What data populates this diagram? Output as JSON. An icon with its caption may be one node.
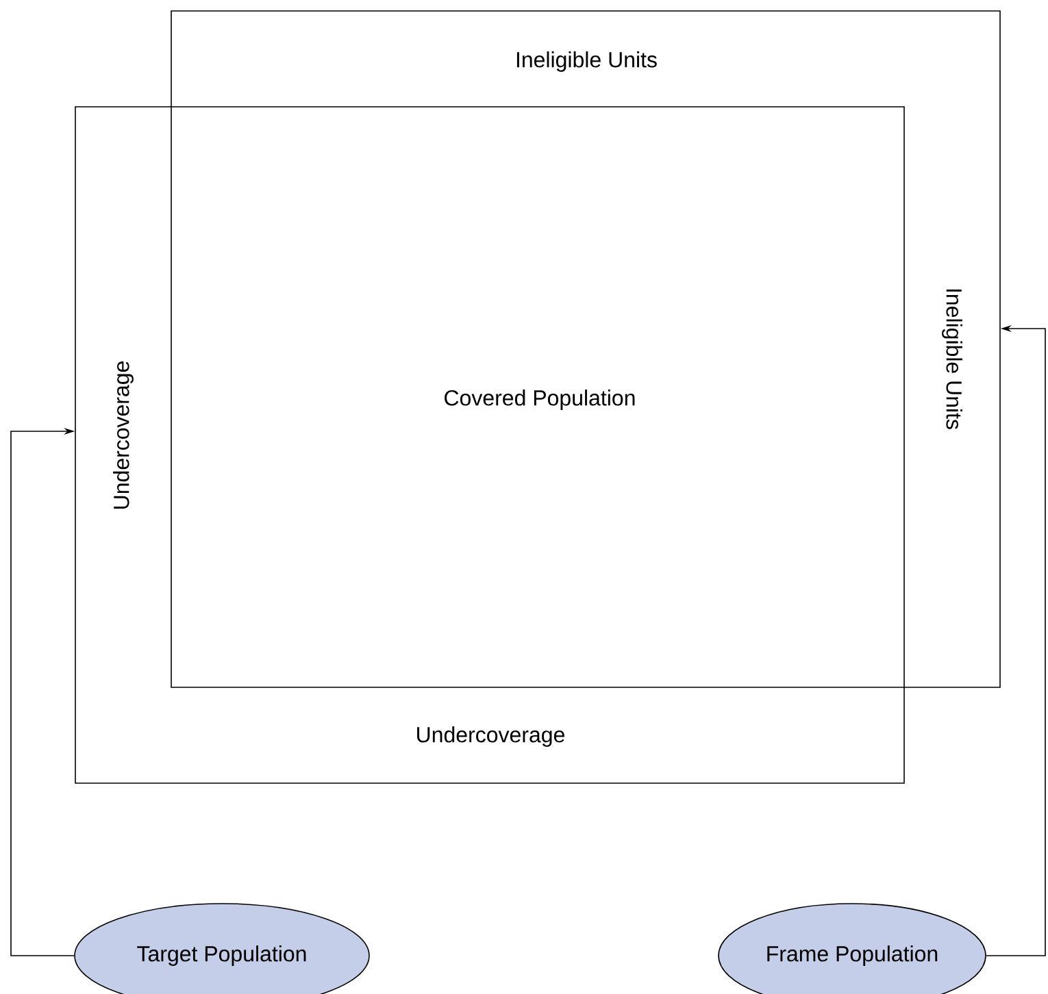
{
  "diagram": {
    "nodes": [
      {
        "text": [
          "Ineligible Units",
          "Ineligible Units"
        ]
      },
      {
        "text": [
          "Undercoverage",
          "Undercoverage"
        ]
      },
      {
        "text": [
          "Target Population"
        ]
      },
      {
        "text": [
          "Frame Population"
        ]
      }
    ],
    "edges": [
      {
        "from": 2,
        "to": 1,
        "arrow": "to"
      },
      {
        "from": 3,
        "to": 0,
        "arrow": "to"
      }
    ],
    "labels": [
      "Covered Population"
    ]
  }
}
